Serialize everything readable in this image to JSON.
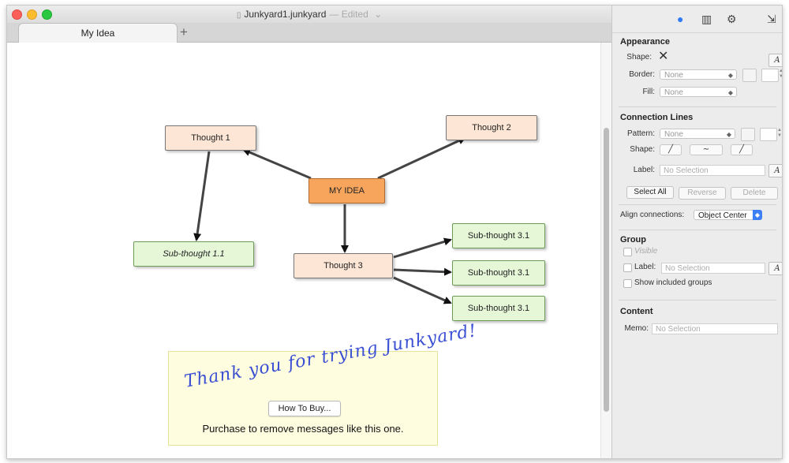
{
  "window": {
    "title": "Junkyard1.junkyard",
    "edited": "— Edited",
    "tab_label": "My Idea",
    "tab_add": "+"
  },
  "mindmap": {
    "main": "MY IDEA",
    "thought1": "Thought 1",
    "thought2": "Thought 2",
    "thought3": "Thought 3",
    "sub11": "Sub-thought 1.1",
    "sub31a": "Sub-thought 3.1",
    "sub31b": "Sub-thought 3.1",
    "sub31c": "Sub-thought 3.1"
  },
  "promo": {
    "thanks": "Thank you for trying Junkyard!",
    "buy_button": "How To Buy...",
    "purchase_text": "Purchase to remove messages like this one."
  },
  "inspector": {
    "appearance": {
      "title": "Appearance",
      "shape_label": "Shape:",
      "border_label": "Border:",
      "border_value": "None",
      "fill_label": "Fill:",
      "fill_value": "None"
    },
    "connection": {
      "title": "Connection Lines",
      "pattern_label": "Pattern:",
      "pattern_value": "None",
      "shape_label": "Shape:",
      "label_label": "Label:",
      "label_placeholder": "No Selection",
      "select_all": "Select All",
      "reverse": "Reverse",
      "delete": "Delete",
      "align_label": "Align connections:",
      "align_value": "Object Center"
    },
    "group": {
      "title": "Group",
      "visible": "Visible",
      "label_label": "Label:",
      "label_placeholder": "No Selection",
      "show_included": "Show included groups"
    },
    "content": {
      "title": "Content",
      "memo_label": "Memo:",
      "memo_placeholder": "No Selection"
    },
    "font_button": "A"
  }
}
